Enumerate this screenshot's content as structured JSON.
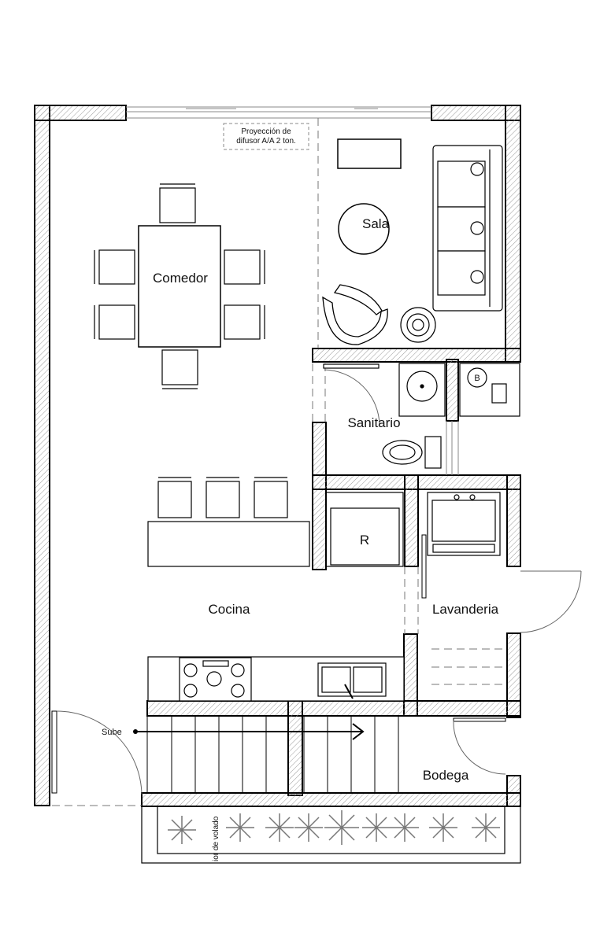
{
  "rooms": {
    "sala": "Sala",
    "comedor": "Comedor",
    "sanitario": "Sanitario",
    "cocina": "Cocina",
    "lavanderia": "Lavanderia",
    "bodega": "Bodega",
    "refrigerador": "R"
  },
  "annotations": {
    "ac_line1": "Proyección de",
    "ac_line2": "difusor A/A 2 ton.",
    "stairs": "Sube",
    "boiler": "B",
    "voladizo": "ior de volado"
  },
  "colors": {
    "wall": "#000000",
    "hatch": "#9a9a9a",
    "plant": "#777777"
  }
}
